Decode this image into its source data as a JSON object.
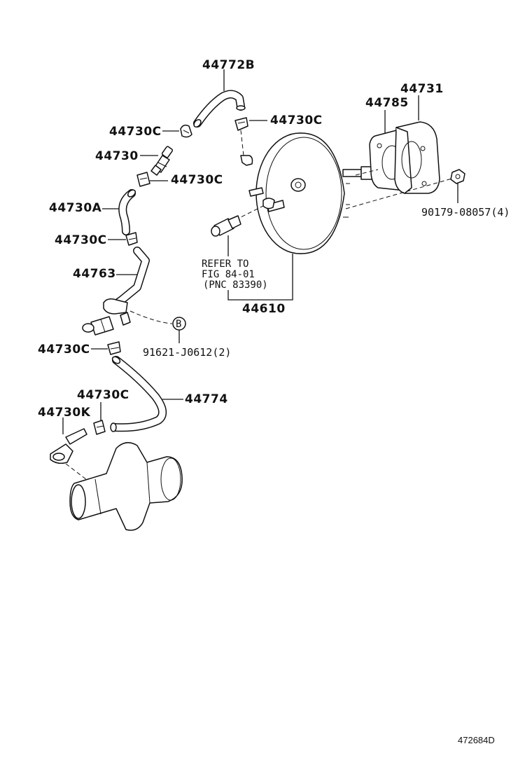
{
  "labels": {
    "hose_44772B": "44772B",
    "clamp_44730C_1": "44730C",
    "clamp_44730C_2": "44730C",
    "valve_44730": "44730",
    "clamp_44730C_3": "44730C",
    "hose_44730A": "44730A",
    "clamp_44730C_4": "44730C",
    "pipe_44763": "44763",
    "clamp_44730C_5": "44730C",
    "clamp_44730C_6": "44730C",
    "hose_44774": "44774",
    "union_44730K": "44730K",
    "gasket_44785": "44785",
    "spacer_44731": "44731",
    "booster_44610": "44610",
    "nut_90179": "90179-08057(4)",
    "bolt_91621": "91621-J0612(2)",
    "ref_line1": "REFER TO",
    "ref_line2": "FIG 84-01",
    "ref_line3": "(PNC 83390)",
    "callout_b": "B",
    "diagram_id": "472684D"
  }
}
